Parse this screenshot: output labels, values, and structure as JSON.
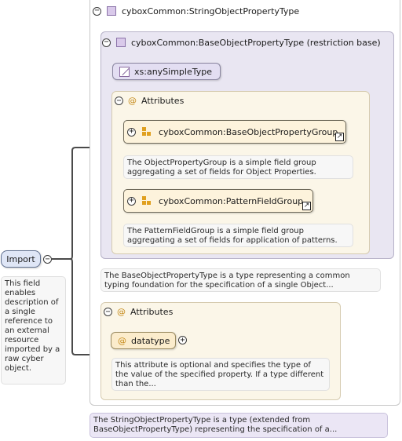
{
  "type": {
    "name": "cyboxCommon:StringObjectPropertyType",
    "description": "The StringObjectPropertyType is a type (extended from BaseObjectPropertyType) representing the specification of a..."
  },
  "base": {
    "name": "cyboxCommon:BaseObjectPropertyType (restriction base)",
    "simple_type": "xs:anySimpleType",
    "attributes_label": "Attributes",
    "groups": [
      {
        "name": "cyboxCommon:BaseObjectPropertyGroup",
        "description": "The ObjectPropertyGroup is a simple field group aggregating a set of fields for Object Properties."
      },
      {
        "name": "cyboxCommon:PatternFieldGroup",
        "description": "The PatternFieldGroup is a simple field group aggregating a set of fields for application of patterns."
      }
    ],
    "description": "The BaseObjectPropertyType is a type representing a common typing foundation for the specification of a single Object..."
  },
  "attributes": {
    "label": "Attributes",
    "datatype": {
      "name": "datatype",
      "description": "This attribute is optional and specifies the type of the value of the specified property. If a type different than the..."
    }
  },
  "import": {
    "label": "Import",
    "description": "This field enables description of a single reference to an external resource imported by a raw cyber object."
  },
  "colors": {
    "type_bg": "#ffffff",
    "base_bg": "#e9e6f2",
    "attr_bg": "#fbf6e8",
    "import_bg": "#dfe6f6",
    "accent": "#e0a020"
  }
}
